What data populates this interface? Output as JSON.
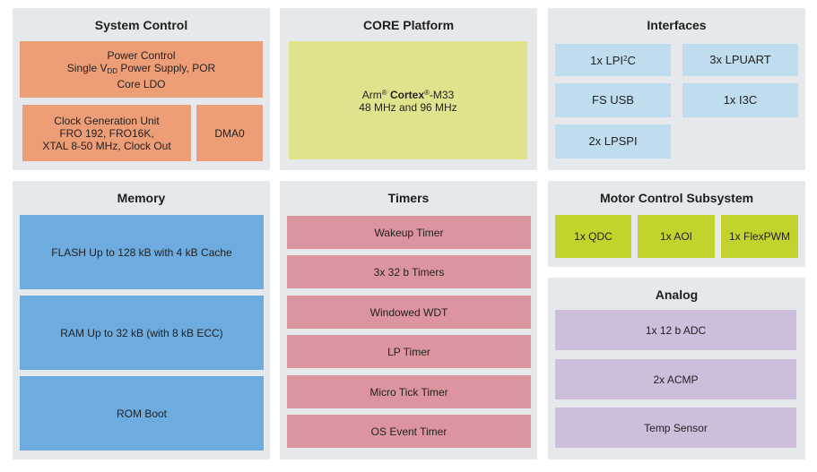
{
  "system_control": {
    "title": "System Control",
    "power": {
      "line1": "Power Control",
      "line2_a": "Single V",
      "line2_sub": "DD",
      "line2_b": " Power Supply, POR",
      "line3": "Core LDO"
    },
    "clock": {
      "line1": "Clock Generation Unit",
      "line2": "FRO 192, FRO16K,",
      "line3": "XTAL 8-50 MHz, Clock Out"
    },
    "dma": "DMA0"
  },
  "core": {
    "title": "CORE Platform",
    "arm": "Arm",
    "reg1": "®",
    "cortex": "Cortex",
    "reg2": "®",
    "model": "-M33",
    "freq": "48 MHz and 96 MHz"
  },
  "interfaces": {
    "title": "Interfaces",
    "lpi2c_a": "1x LPI",
    "lpi2c_sup": "2",
    "lpi2c_b": "C",
    "lpuart": "3x LPUART",
    "usb": "FS USB",
    "i3c": "1x I3C",
    "lpspi": "2x LPSPI"
  },
  "memory": {
    "title": "Memory",
    "flash": "FLASH Up to 128 kB with 4 kB Cache",
    "ram": "RAM Up to 32 kB (with 8 kB ECC)",
    "rom": "ROM Boot"
  },
  "timers": {
    "title": "Timers",
    "items": [
      "Wakeup Timer",
      "3x 32 b Timers",
      "Windowed WDT",
      "LP Timer",
      "Micro Tick Timer",
      "OS Event Timer"
    ]
  },
  "motor": {
    "title": "Motor Control Subsystem",
    "qdc": "1x QDC",
    "aoi": "1x AOI",
    "pwm": "1x FlexPWM"
  },
  "analog": {
    "title": "Analog",
    "adc": "1x 12 b ADC",
    "acmp": "2x ACMP",
    "temp": "Temp Sensor"
  },
  "colors": {
    "panel": "#e6e9eb",
    "orange": "#ee9e77",
    "yellow": "#e1e38c",
    "light_blue": "#c0dcef",
    "blue": "#6eacdf",
    "pink": "#dc959e",
    "green": "#c2d32e",
    "purple": "#cdbedb"
  }
}
